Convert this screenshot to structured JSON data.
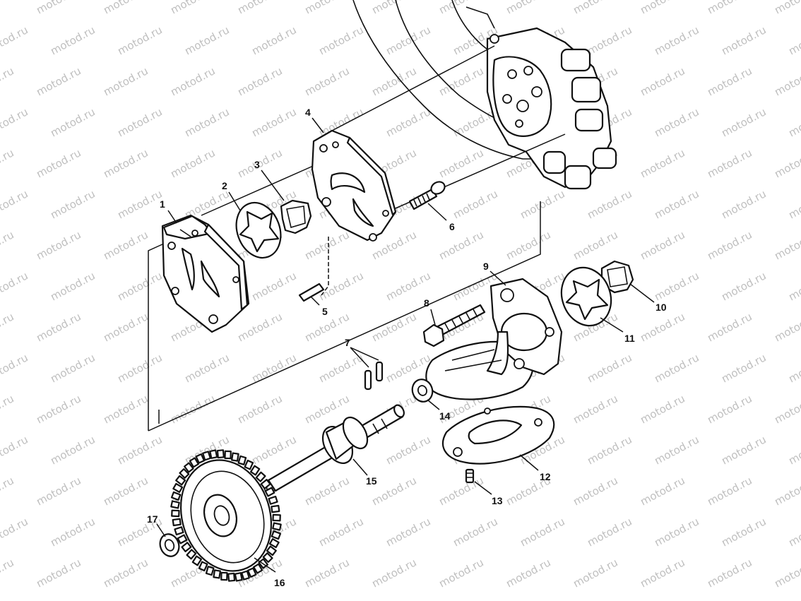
{
  "watermark": {
    "text": "motod.ru"
  },
  "callouts": [
    {
      "id": "1",
      "label": "1"
    },
    {
      "id": "2",
      "label": "2"
    },
    {
      "id": "3",
      "label": "3"
    },
    {
      "id": "4",
      "label": "4"
    },
    {
      "id": "5",
      "label": "5"
    },
    {
      "id": "6",
      "label": "6"
    },
    {
      "id": "7",
      "label": "7"
    },
    {
      "id": "8",
      "label": "8"
    },
    {
      "id": "9",
      "label": "9"
    },
    {
      "id": "10",
      "label": "10"
    },
    {
      "id": "11",
      "label": "11"
    },
    {
      "id": "12",
      "label": "12"
    },
    {
      "id": "13",
      "label": "13"
    },
    {
      "id": "14",
      "label": "14"
    },
    {
      "id": "15",
      "label": "15"
    },
    {
      "id": "16",
      "label": "16"
    },
    {
      "id": "17",
      "label": "17"
    }
  ]
}
